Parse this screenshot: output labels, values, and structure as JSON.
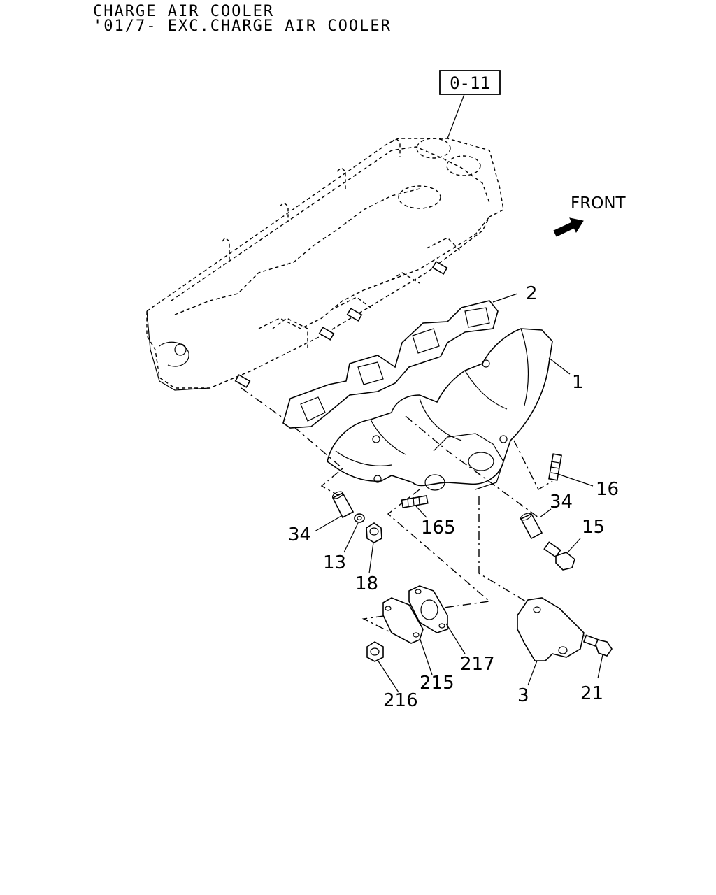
{
  "header": {
    "line1": "CHARGE AIR COOLER",
    "line2": "'01/7- EXC.CHARGE AIR COOLER"
  },
  "reference_box": "0-11",
  "front_label": "FRONT",
  "front_arrow_icon": "front-arrow-icon",
  "callouts": {
    "p1": "1",
    "p2": "2",
    "p3": "3",
    "p13": "13",
    "p15": "15",
    "p16": "16",
    "p18": "18",
    "p21": "21",
    "p34a": "34",
    "p34b": "34",
    "p165": "165",
    "p215": "215",
    "p216": "216",
    "p217": "217"
  }
}
